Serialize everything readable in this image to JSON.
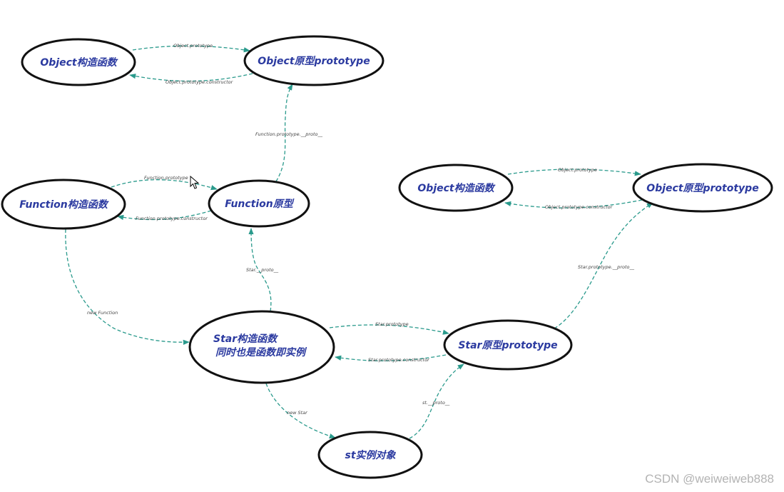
{
  "nodes": [
    {
      "id": "obj_ctor_1",
      "label": "Object构造函数"
    },
    {
      "id": "obj_proto_1",
      "label": "Object原型prototype"
    },
    {
      "id": "fn_ctor",
      "label": "Function构造函数"
    },
    {
      "id": "fn_proto",
      "label": "Function原型"
    },
    {
      "id": "obj_ctor_2",
      "label": "Object构造函数"
    },
    {
      "id": "obj_proto_2",
      "label": "Object原型prototype"
    },
    {
      "id": "star_ctor",
      "lines": [
        "Star构造函数",
        "同时也是函数即实例"
      ]
    },
    {
      "id": "star_proto",
      "label": "Star原型prototype"
    },
    {
      "id": "st_instance",
      "label": "st实例对象"
    }
  ],
  "edges": [
    {
      "from": "obj_ctor_1",
      "to": "obj_proto_1",
      "label": "Object.prototype"
    },
    {
      "from": "obj_proto_1",
      "to": "obj_ctor_1",
      "label": "Object.prototype.constructor"
    },
    {
      "from": "fn_proto",
      "to": "obj_proto_1",
      "label": "Function.prototype.__proto__"
    },
    {
      "from": "fn_ctor",
      "to": "fn_proto",
      "label": "Function.prototype"
    },
    {
      "from": "fn_proto",
      "to": "fn_ctor",
      "label": "Function.prototype.constructor"
    },
    {
      "from": "obj_ctor_2",
      "to": "obj_proto_2",
      "label": "Object.prototype"
    },
    {
      "from": "obj_proto_2",
      "to": "obj_ctor_2",
      "label": "Object.prototype.constructor"
    },
    {
      "from": "star_ctor",
      "to": "fn_proto",
      "label": "Star.__proto__"
    },
    {
      "from": "fn_ctor",
      "to": "star_ctor",
      "label": "new Function"
    },
    {
      "from": "star_proto",
      "to": "obj_proto_2",
      "label": "Star.prototype.__proto__"
    },
    {
      "from": "star_ctor",
      "to": "star_proto",
      "label": "Star.prototype"
    },
    {
      "from": "star_proto",
      "to": "star_ctor",
      "label": "Star.prototype.constructor"
    },
    {
      "from": "star_ctor",
      "to": "st_instance",
      "label": "new Star"
    },
    {
      "from": "st_instance",
      "to": "star_proto",
      "label": "st.__proto__"
    }
  ],
  "colors": {
    "edge": "#2a9a8c",
    "node_text": "#2b3aa0",
    "node_border": "#111111"
  },
  "watermark": "CSDN @weiweiweb888"
}
